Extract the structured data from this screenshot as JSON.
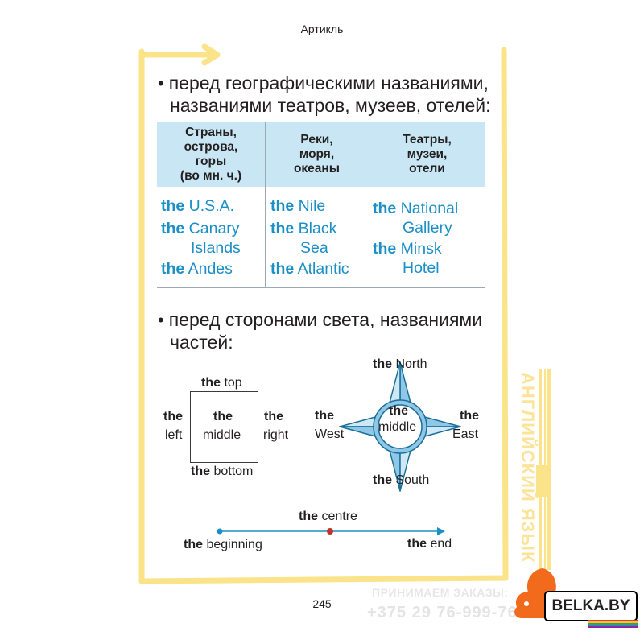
{
  "header": {
    "title": "Артикль"
  },
  "section1": {
    "line1": "перед географическими названиями,",
    "line2": "названиями театров, музеев, отелей:"
  },
  "table": {
    "columns": [
      {
        "header": "Страны,\nострова,\nгоры\n(во мн. ч.)",
        "items": [
          {
            "article": "the",
            "text": "U.S.A."
          },
          {
            "article": "the",
            "text": "Canary",
            "text2": "Islands"
          },
          {
            "article": "the",
            "text": "Andes"
          }
        ]
      },
      {
        "header": "Реки,\nморя,\nокеаны",
        "items": [
          {
            "article": "the",
            "text": "Nile"
          },
          {
            "article": "the",
            "text": "Black",
            "text2": "Sea"
          },
          {
            "article": "the",
            "text": "Atlantic"
          }
        ]
      },
      {
        "header": "Театры,\nмузеи,\nотели",
        "items": [
          {
            "article": "the",
            "text": "National",
            "text2": "Gallery"
          },
          {
            "article": "the",
            "text": "Minsk",
            "text2": "Hotel"
          }
        ]
      }
    ]
  },
  "section2": {
    "line1": "перед сторонами света, названиями",
    "line2": "частей:"
  },
  "square": {
    "top": {
      "article": "the",
      "word": "top"
    },
    "left": {
      "article": "the",
      "word": "left"
    },
    "middle": {
      "article": "the",
      "word": "middle"
    },
    "right": {
      "article": "the",
      "word": "right"
    },
    "bottom": {
      "article": "the",
      "word": "bottom"
    }
  },
  "compass": {
    "north": {
      "article": "the",
      "word": "North"
    },
    "west": {
      "article": "the",
      "word": "West"
    },
    "middle": {
      "article": "the",
      "word": "middle"
    },
    "east": {
      "article": "the",
      "word": "East"
    },
    "south": {
      "article": "the",
      "word": "South"
    }
  },
  "line_diagram": {
    "centre": {
      "article": "the",
      "word": "centre"
    },
    "beginning": {
      "article": "the",
      "word": "beginning"
    },
    "end": {
      "article": "the",
      "word": "end"
    }
  },
  "side_tab": {
    "text": "АНГЛИЙСКИЙ ЯЗЫК"
  },
  "footer": {
    "page_number": "245"
  },
  "watermark": {
    "order_text": "ПРИНИМАЕМ ЗАКАЗЫ:",
    "phone": "+375 29 76-999-76",
    "brand": "BELKA.BY"
  },
  "colors": {
    "accent_blue": "#1b8fc6",
    "table_header_bg": "#c9e6f4",
    "frame_yellow": "#fbe38a",
    "compass_blue": "#8fc7e6",
    "dot_red": "#c0312b"
  }
}
